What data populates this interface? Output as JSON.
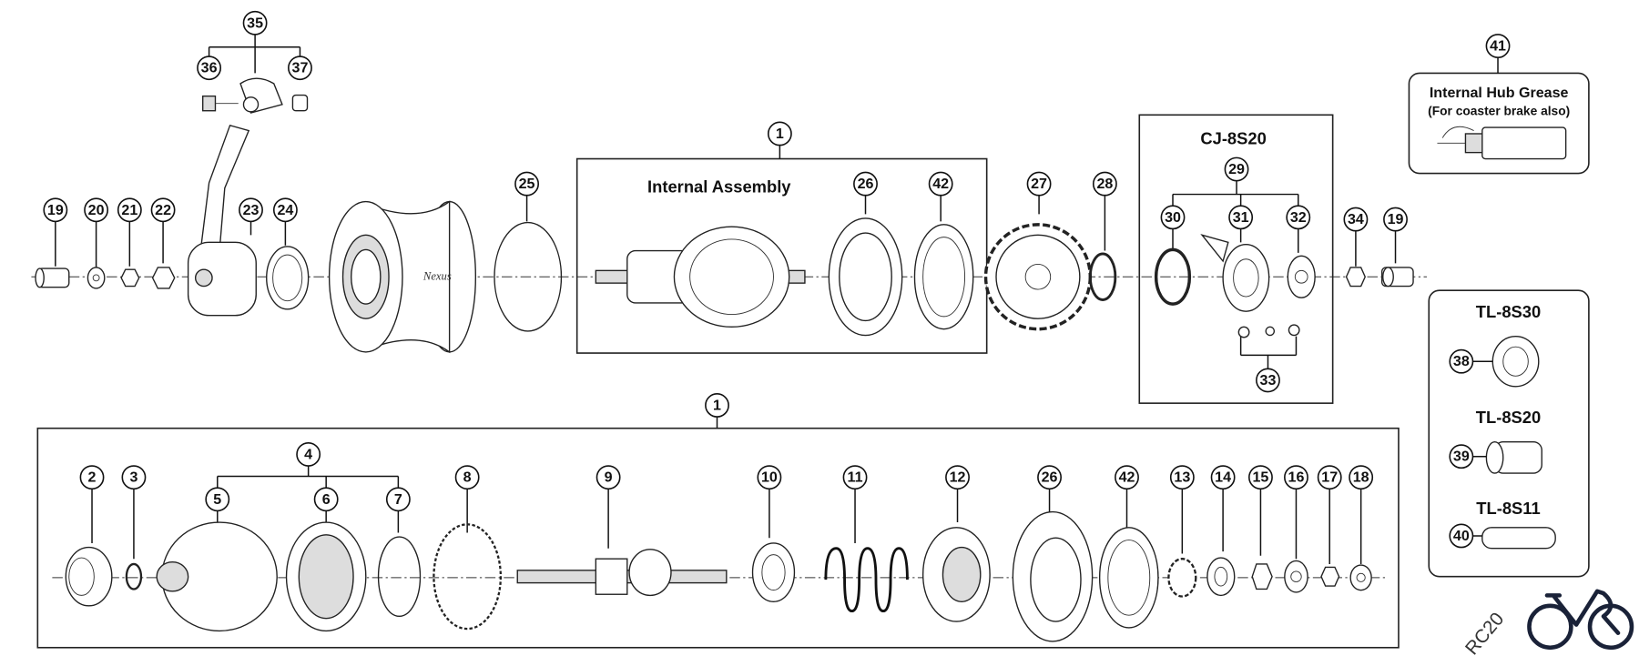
{
  "top_callouts": [
    "35",
    "36",
    "37",
    "19",
    "20",
    "21",
    "22",
    "23",
    "24",
    "25",
    "1",
    "26",
    "42",
    "27",
    "28",
    "29",
    "30",
    "31",
    "32",
    "33",
    "34",
    "19",
    "41"
  ],
  "bottom_callouts": [
    "1",
    "2",
    "3",
    "4",
    "5",
    "6",
    "7",
    "8",
    "9",
    "10",
    "11",
    "12",
    "26",
    "42",
    "13",
    "14",
    "15",
    "16",
    "17",
    "18"
  ],
  "tool_callouts": [
    "38",
    "39",
    "40"
  ],
  "boxes": {
    "internal_assembly": "Internal Assembly",
    "sprocket_kit": "CJ-8S20",
    "grease_title": "Internal Hub Grease",
    "grease_note": "(For coaster brake also)",
    "tool1": "TL-8S30",
    "tool2": "TL-8S20",
    "tool3": "TL-8S11"
  },
  "hub_brand": "Nexus",
  "watermark": "RC20"
}
